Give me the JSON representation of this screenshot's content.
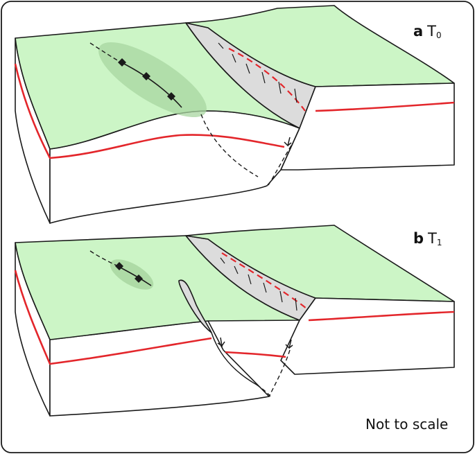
{
  "panels": [
    {
      "letter": "a",
      "time": "T",
      "time_sub": "0"
    },
    {
      "letter": "b",
      "time": "T",
      "time_sub": "1"
    }
  ],
  "note": "Not to scale",
  "colors": {
    "surface": "#ccf5c6",
    "fold_highlight": "#a8d6a0",
    "fault_scarp": "#dcdcdc",
    "horizon": "#e3262b",
    "outline": "#1a1a1a",
    "block_side": "#ffffff"
  },
  "icons": [
    "downthrow-arrow-icon",
    "fold-axis-marker-icon"
  ]
}
